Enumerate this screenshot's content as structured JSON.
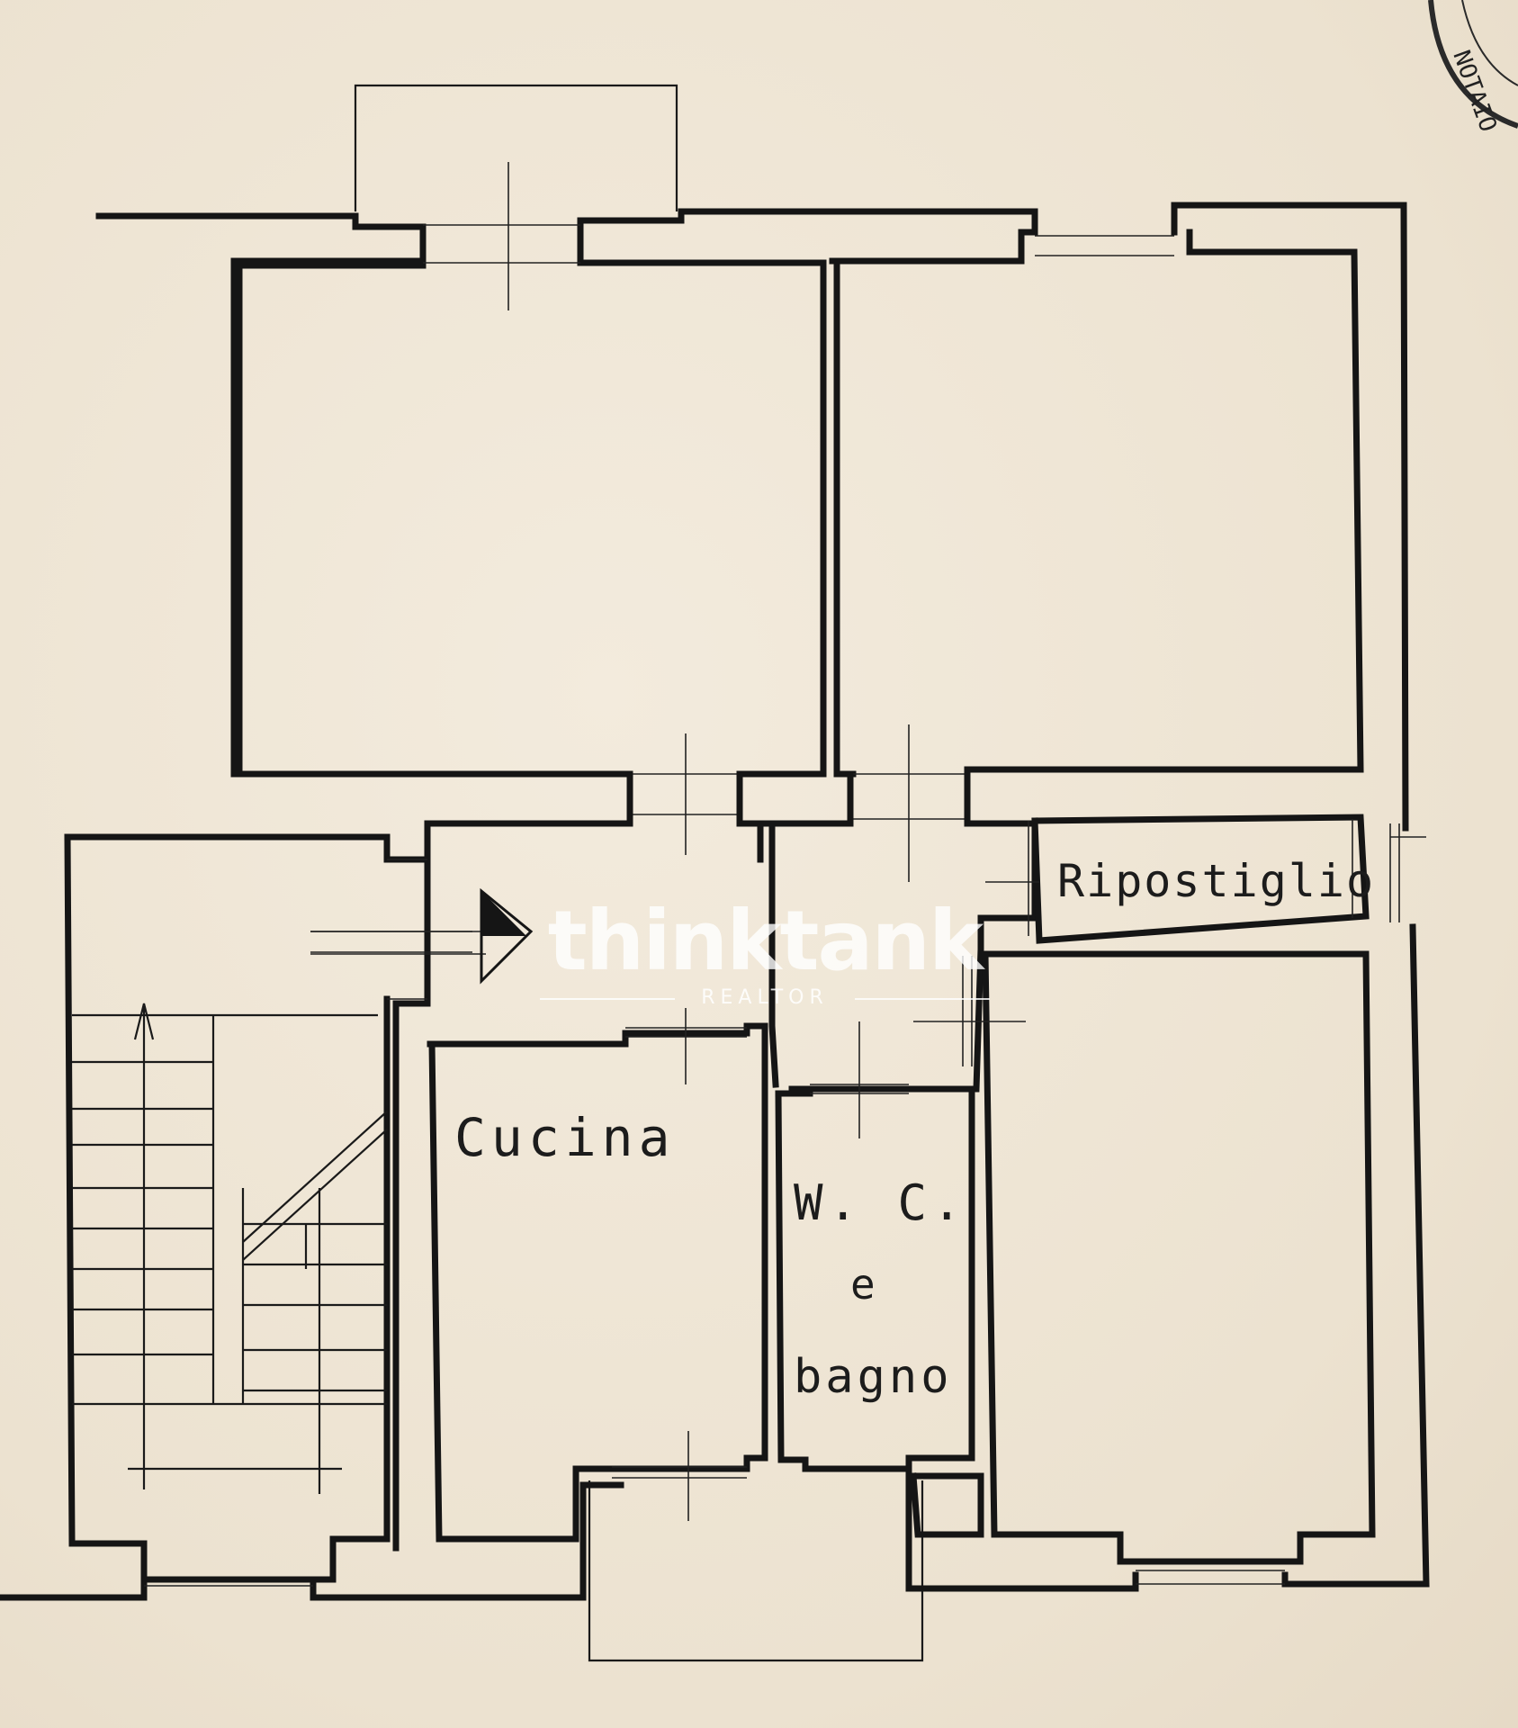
{
  "plan": {
    "rooms": {
      "kitchen": "Cucina",
      "wc_line1": "W. C.",
      "wc_line2": "e",
      "wc_line3": "bagno",
      "storage": "Ripostiglio"
    }
  },
  "watermark": {
    "name": "thinktank",
    "tagline": "REALTOR"
  },
  "colors": {
    "paper": "#efe6d6",
    "ink": "#151515",
    "watermark": "#ffffff"
  }
}
